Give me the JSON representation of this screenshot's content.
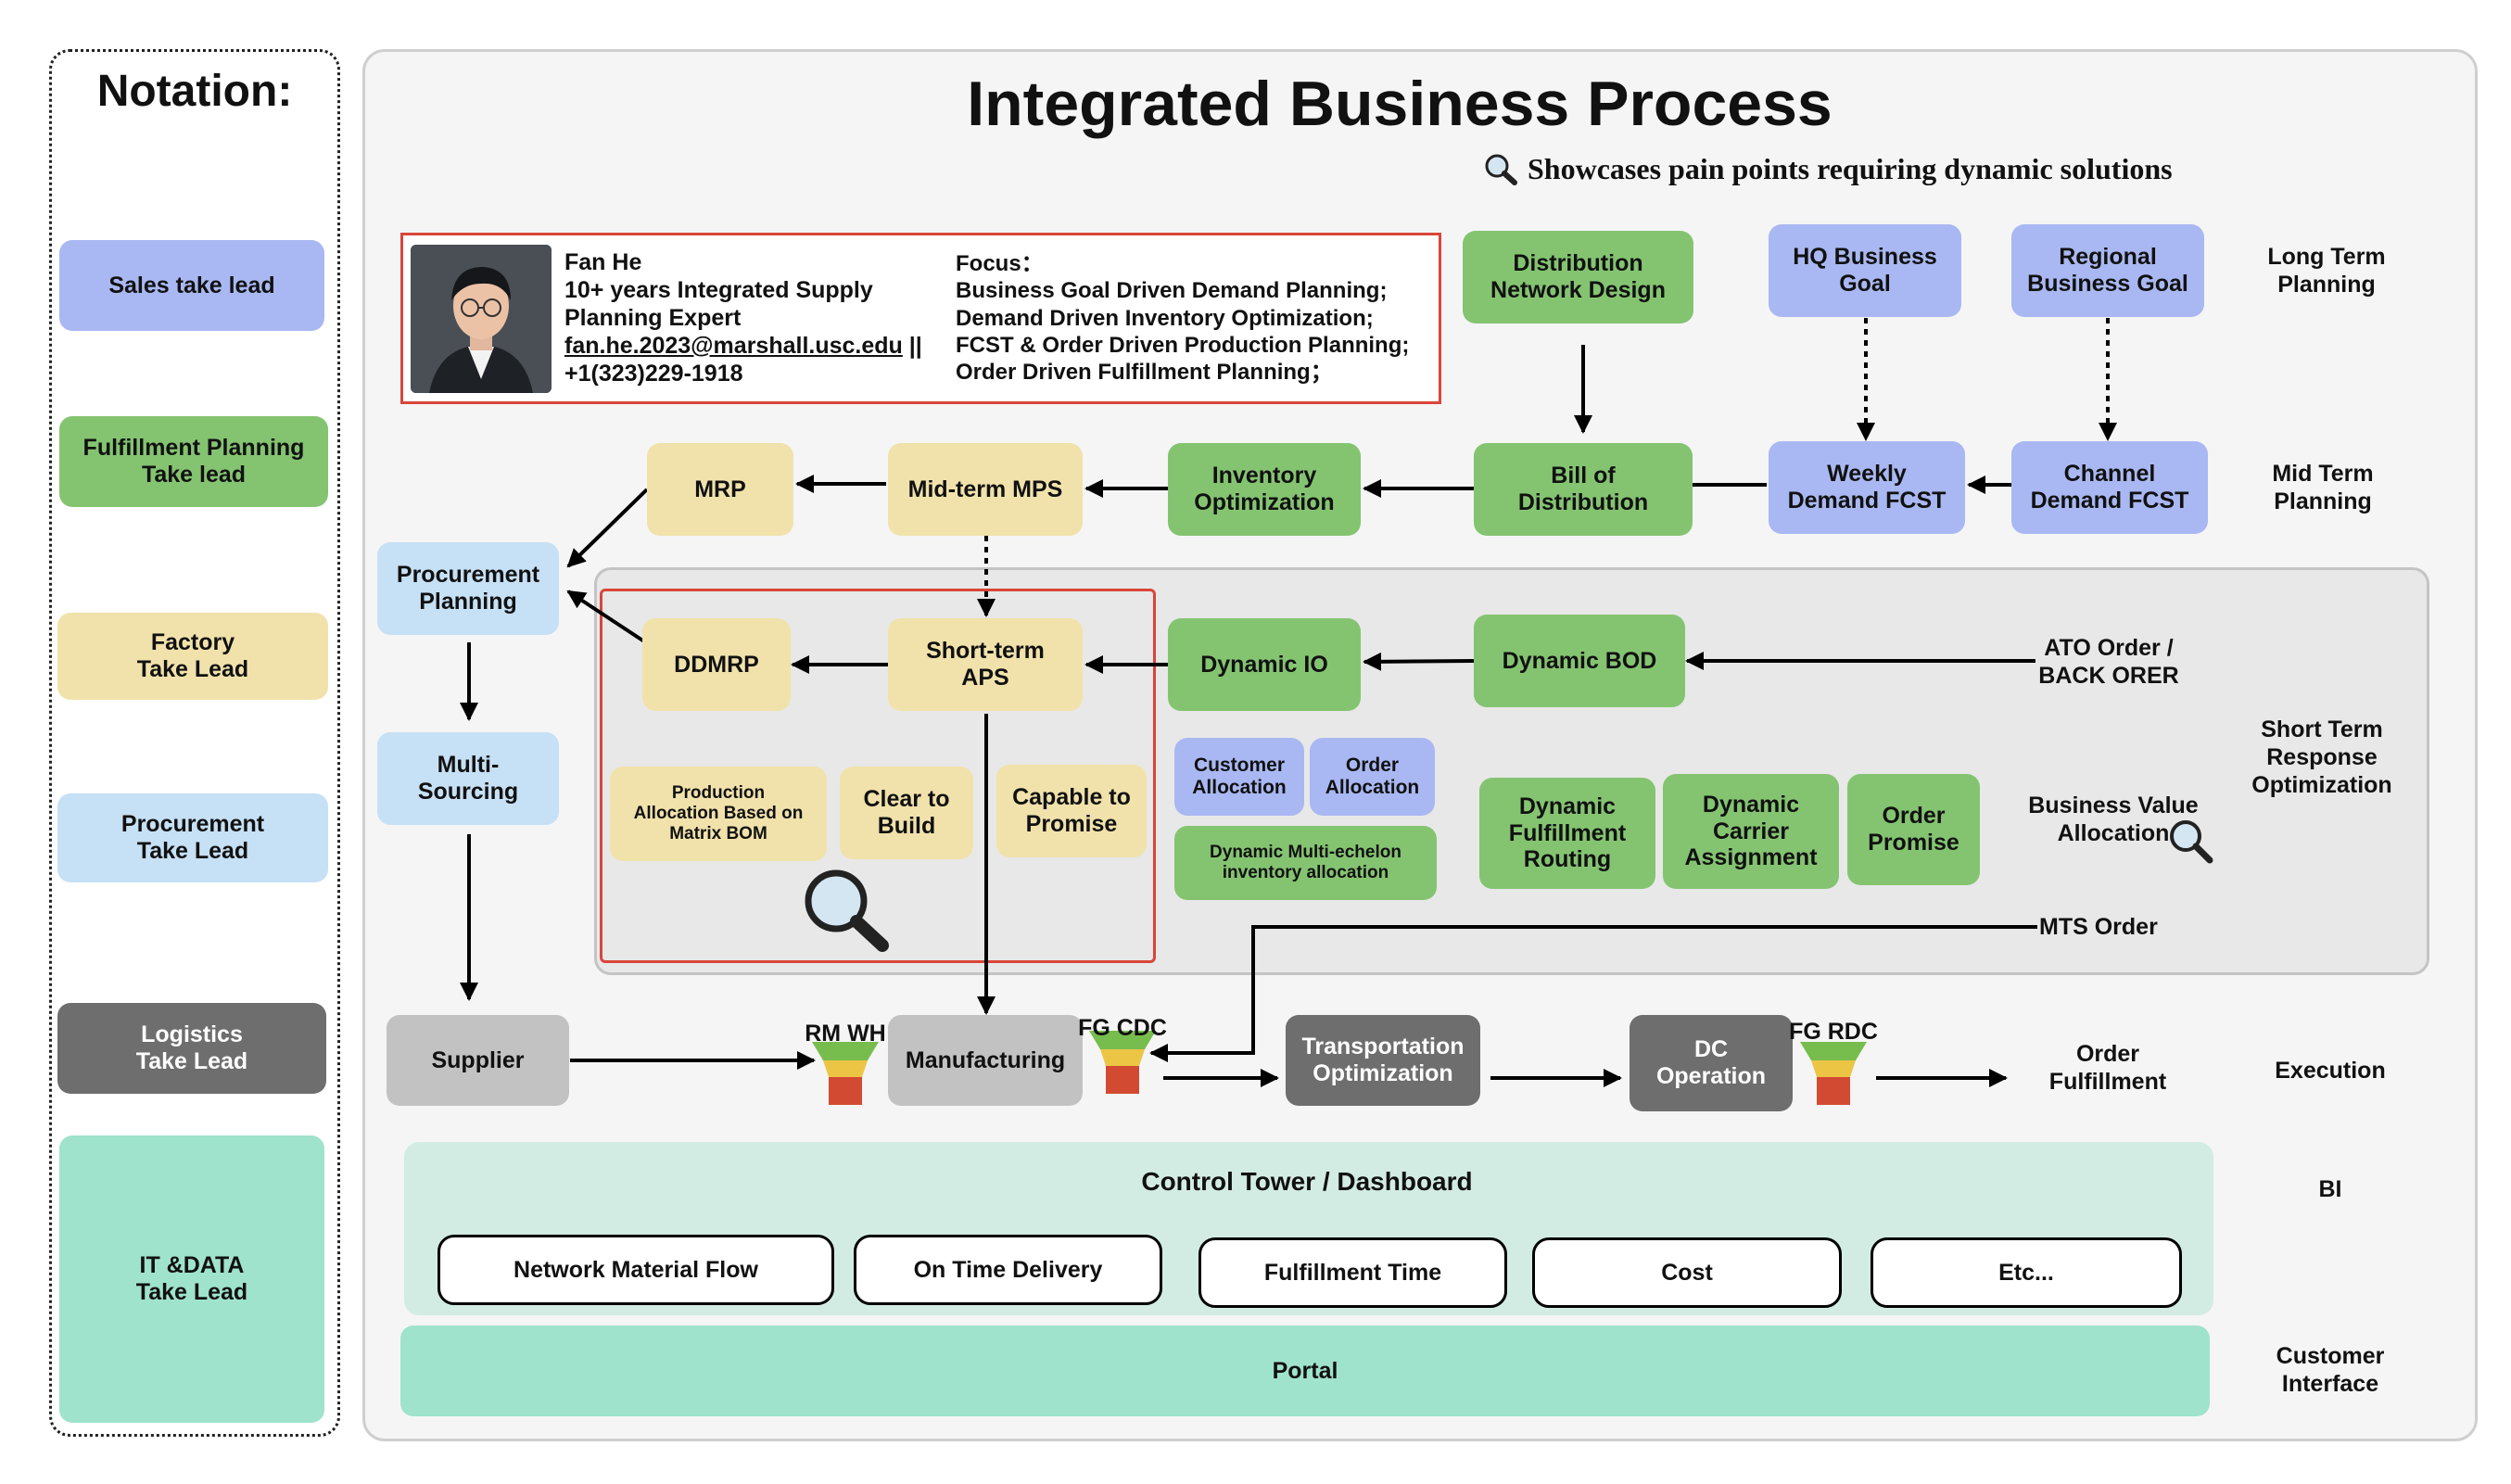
{
  "notation": {
    "title": "Notation:",
    "items": [
      "Sales take lead",
      "Fulfillment Planning\nTake lead",
      "Factory\nTake Lead",
      "Procurement\nTake Lead",
      "Logistics\nTake Lead",
      "IT &DATA\nTake Lead"
    ]
  },
  "title": "Integrated Business Process",
  "subtitle": "Showcases pain points requiring dynamic solutions",
  "profile": {
    "name": "Fan He",
    "line1": "10+ years Integrated Supply",
    "line2": "Planning Expert",
    "email": "fan.he.2023@marshall.usc.edu",
    "email_sep": " ||",
    "phone": "+1(323)229-1918",
    "focus_title": "Focus：",
    "focus_items": [
      "Business Goal Driven Demand Planning;",
      "Demand Driven Inventory Optimization;",
      "FCST & Order Driven Production Planning;",
      "Order Driven Fulfillment Planning；"
    ]
  },
  "nodes": {
    "distribution_network_design": "Distribution\nNetwork Design",
    "hq_business_goal": "HQ Business\nGoal",
    "regional_business_goal": "Regional\nBusiness Goal",
    "mrp": "MRP",
    "mid_term_mps": "Mid-term MPS",
    "inventory_optimization": "Inventory\nOptimization",
    "bill_of_distribution": "Bill of\nDistribution",
    "weekly_demand_fcst": "Weekly\nDemand FCST",
    "channel_demand_fcst": "Channel\nDemand FCST",
    "procurement_planning": "Procurement\nPlanning",
    "ddmrp": "DDMRP",
    "short_term_aps": "Short-term\nAPS",
    "dynamic_io": "Dynamic IO",
    "dynamic_bod": "Dynamic BOD",
    "multi_sourcing": "Multi-\nSourcing",
    "production_allocation": "Production\nAllocation Based on\nMatrix BOM",
    "clear_to_build": "Clear to\nBuild",
    "capable_to_promise": "Capable to\nPromise",
    "customer_allocation": "Customer\nAllocation",
    "order_allocation": "Order\nAllocation",
    "dynamic_multi_echelon": "Dynamic Multi-echelon\ninventory allocation",
    "dynamic_fulfillment_routing": "Dynamic\nFulfillment\nRouting",
    "dynamic_carrier_assignment": "Dynamic\nCarrier\nAssignment",
    "order_promise": "Order\nPromise",
    "supplier": "Supplier",
    "manufacturing": "Manufacturing",
    "transportation_optimization": "Transportation\nOptimization",
    "dc_operation": "DC\nOperation",
    "portal": "Portal"
  },
  "labels": {
    "ato_order": "ATO Order /\nBACK ORER",
    "business_value_allocation": "Business Value\nAllocation",
    "mts_order": "MTS Order",
    "rm_wh": "RM WH",
    "fg_cdc": "FG CDC",
    "fg_rdc": "FG RDC",
    "order_fulfillment": "Order\nFulfillment",
    "control_tower": "Control Tower / Dashboard"
  },
  "kpis": [
    "Network Material Flow",
    "On Time Delivery",
    "Fulfillment Time",
    "Cost",
    "Etc..."
  ],
  "horizons": [
    "Long Term\nPlanning",
    "Mid Term\nPlanning",
    "Short Term\nResponse\nOptimization",
    "Execution",
    "BI",
    "Customer\nInterface"
  ],
  "colors": {
    "sales": "#a9b8f2",
    "fulfillment": "#84c471",
    "factory": "#f1e2ab",
    "procurement": "#c6e0f5",
    "logistics": "#6e6e6e",
    "it": "#9fe3cd",
    "pain_point_border": "#d9453a"
  },
  "icons": {
    "search": "magnifier-icon",
    "inventory": "funnel-inventory-icon"
  }
}
